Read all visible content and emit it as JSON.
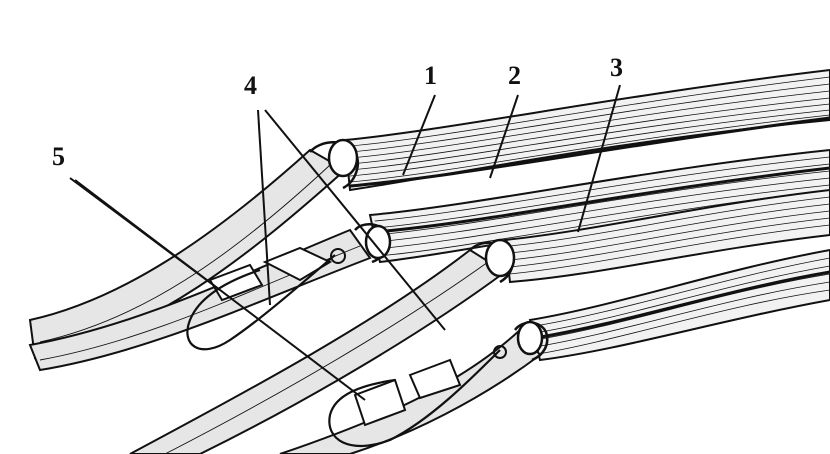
{
  "diagram": {
    "callouts": [
      {
        "id": "1",
        "label": "1"
      },
      {
        "id": "2",
        "label": "2"
      },
      {
        "id": "3",
        "label": "3"
      },
      {
        "id": "4",
        "label": "4"
      },
      {
        "id": "5",
        "label": "5"
      }
    ],
    "colors": {
      "ink": "#111111",
      "strap_fill": "#e6e6e6",
      "cord_fill": "#f2f2f2",
      "paper": "#ffffff"
    }
  }
}
